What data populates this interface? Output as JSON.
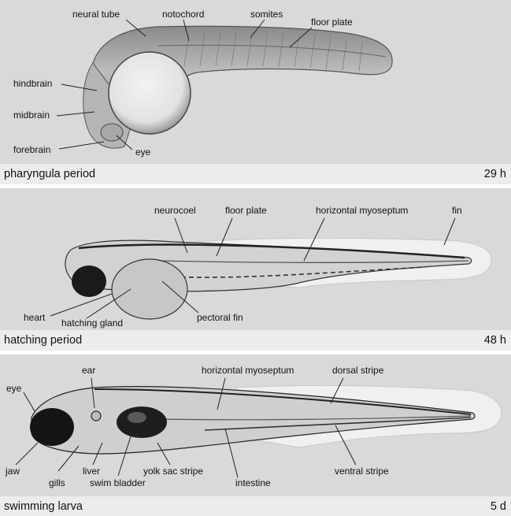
{
  "panels": [
    {
      "period": "pharyngula period",
      "age": "29 h",
      "labels": {
        "neural_tube": "neural tube",
        "notochord": "notochord",
        "somites": "somites",
        "floor_plate": "floor plate",
        "hindbrain": "hindbrain",
        "midbrain": "midbrain",
        "forebrain": "forebrain",
        "eye": "eye"
      }
    },
    {
      "period": "hatching period",
      "age": "48 h",
      "labels": {
        "neurocoel": "neurocoel",
        "floor_plate": "floor plate",
        "horizontal_myoseptum": "horizontal myoseptum",
        "fin": "fin",
        "heart": "heart",
        "hatching_gland": "hatching gland",
        "pectoral_fin": "pectoral fin"
      }
    },
    {
      "period": "swimming larva",
      "age": "5 d",
      "labels": {
        "eye": "eye",
        "ear": "ear",
        "horizontal_myoseptum": "horizontal myoseptum",
        "dorsal_stripe": "dorsal stripe",
        "jaw": "jaw",
        "gills": "gills",
        "liver": "liver",
        "swim_bladder": "swim bladder",
        "yolk_sac_stripe": "yolk sac stripe",
        "intestine": "intestine",
        "ventral_stripe": "ventral stripe"
      }
    }
  ]
}
